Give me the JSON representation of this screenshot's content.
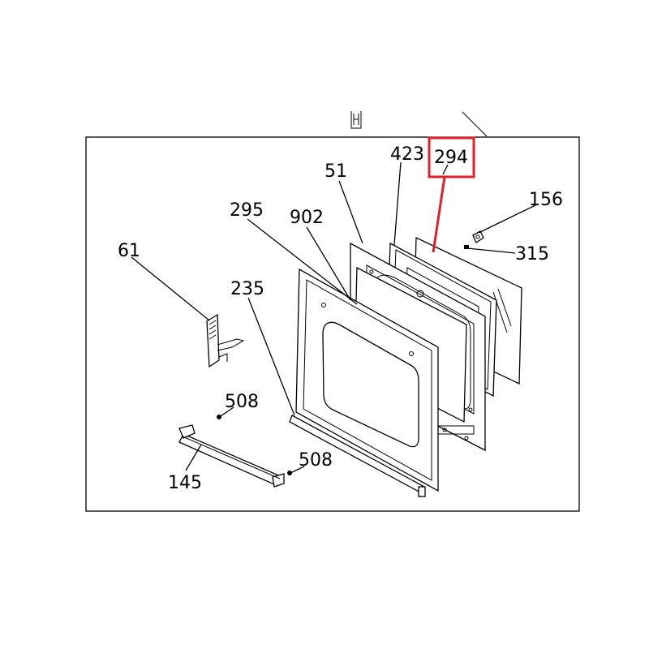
{
  "highlight_color": "#e0202a",
  "highlighted_part": "294",
  "labels": {
    "p423": "423",
    "p294": "294",
    "p51": "51",
    "p156": "156",
    "p295": "295",
    "p902": "902",
    "p315": "315",
    "p61": "61",
    "p235": "235",
    "p508a": "508",
    "p508b": "508",
    "p145": "145"
  }
}
